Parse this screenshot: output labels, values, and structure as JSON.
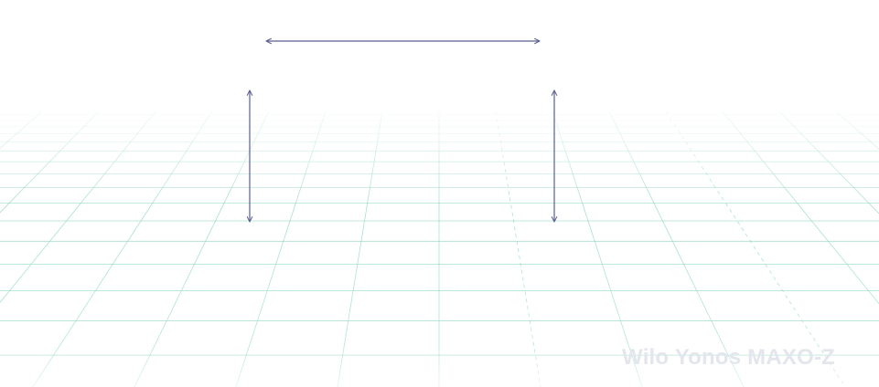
{
  "product": {
    "name": "Wilo Yonos MAXO-Z"
  },
  "colors": {
    "grid_line": "#7fd3b0",
    "dimension_arrow": "#5b5f8f",
    "product_name": "#e3e6ec",
    "background": "#ffffff"
  },
  "icons": {
    "width_dimension": "double-arrow-horizontal",
    "height_dimension": "double-arrow-vertical"
  }
}
